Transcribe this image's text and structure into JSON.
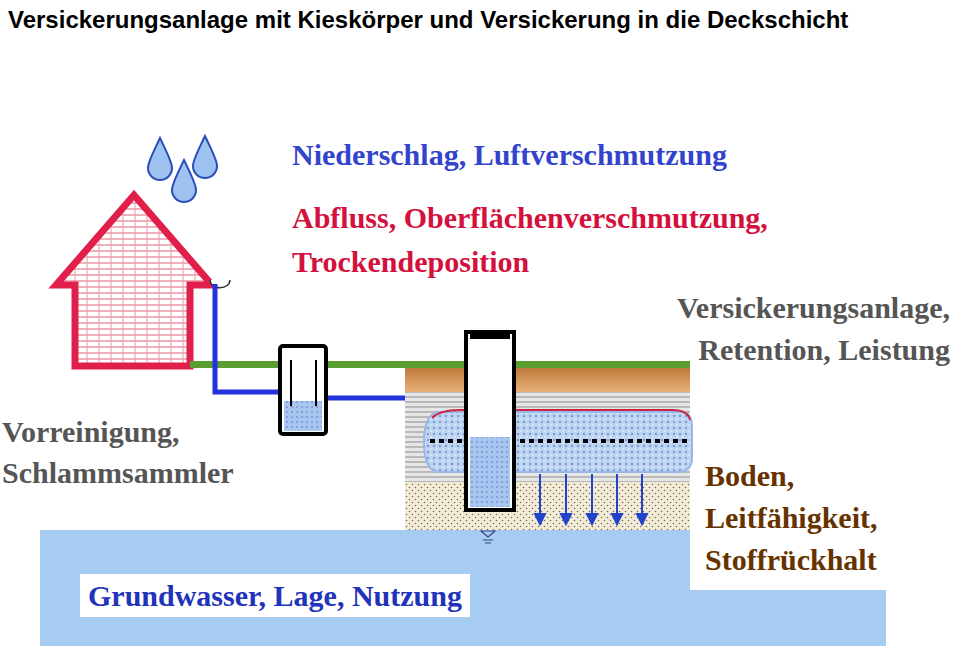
{
  "diagram": {
    "title": "Versickerungsanlage mit Kieskörper und Versickerung in die Deckschicht",
    "nodes": [
      {
        "text": [
          "Grundwasser, Lage, Nutzung"
        ]
      }
    ],
    "labels": [
      "Niederschlag, Luftverschmutzung",
      "Abfluss, Oberflächenverschmutzung, Trockendeposition",
      "Versickerungsanlage, Retention, Leistung",
      "Vorreinigung, Schlammsammler",
      "Boden, Leitfähigkeit, Stoffrückhalt"
    ]
  }
}
